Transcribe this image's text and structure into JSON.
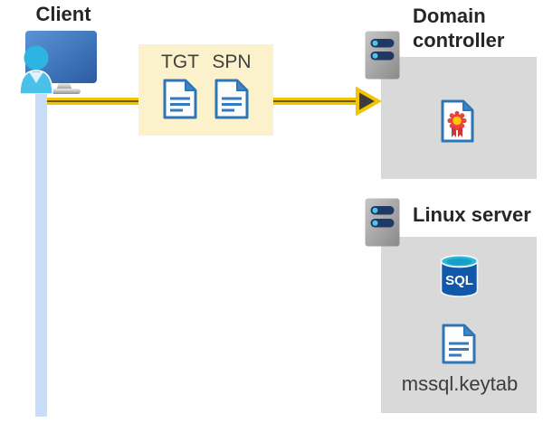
{
  "diagram": {
    "client": {
      "label": "Client",
      "icon": "client-user-monitor-icon"
    },
    "ticket_box": {
      "tgt_label": "TGT",
      "spn_label": "SPN",
      "icons": [
        "tgt-document-icon",
        "spn-document-icon"
      ]
    },
    "domain_controller": {
      "label": "Domain controller",
      "icons": [
        "server-icon",
        "certificate-icon"
      ]
    },
    "linux_server": {
      "label": "Linux server",
      "sql_label": "SQL",
      "keytab_label": "mssql.keytab",
      "icons": [
        "server-icon",
        "sql-database-icon",
        "keytab-document-icon"
      ]
    },
    "flow_arrow": {
      "direction": "client-to-domain-controller"
    }
  },
  "colors": {
    "ticket_box_bg": "#FBF2CB",
    "panel_bg": "#D9D9D9",
    "arrow_yellow": "#F2C500",
    "arrow_core": "#6B5C00",
    "arrowhead_fill": "#3C3C3C",
    "doc_border_blue": "#2E75B6",
    "doc_fold_blue": "#3E86CC",
    "server_slot_navy": "#1F3864",
    "server_dot_cyan": "#4FC6EA",
    "timeline_blue": "#C7DDF8",
    "person_cyan": "#35B9E3",
    "monitor_blue_top": "#5A94D6",
    "monitor_blue_bottom": "#2B5CA4",
    "sql_body_blue": "#1158A8",
    "sql_top_cyan": "#2BB7DC",
    "cert_red": "#D13438",
    "cert_gold": "#FFC600",
    "title_text": "#262626",
    "label_text": "#404040"
  }
}
